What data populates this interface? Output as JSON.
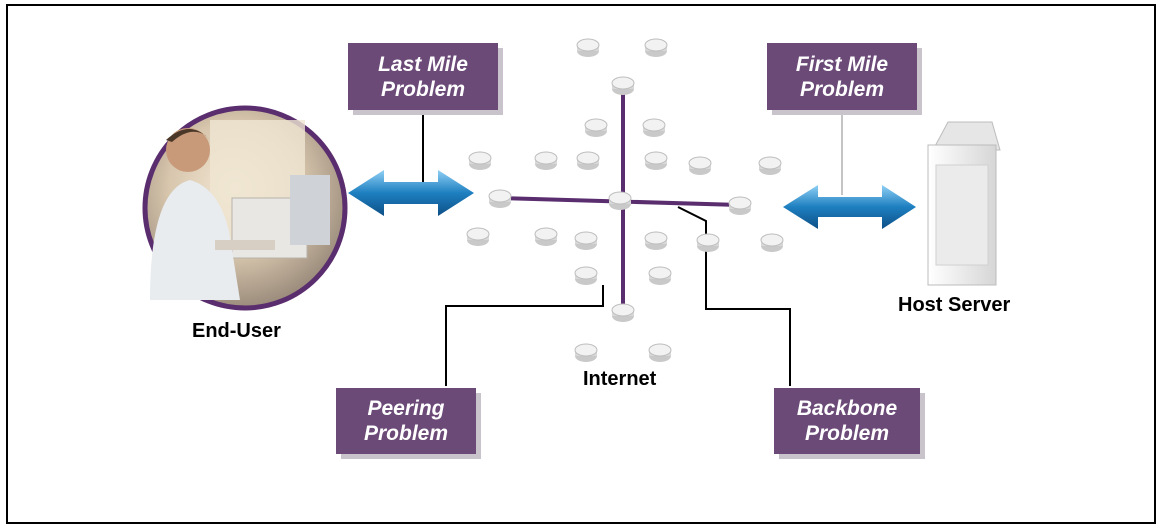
{
  "callouts": {
    "last_mile": [
      "Last Mile",
      "Problem"
    ],
    "first_mile": [
      "First Mile",
      "Problem"
    ],
    "peering": [
      "Peering",
      "Problem"
    ],
    "backbone": [
      "Backbone",
      "Problem"
    ]
  },
  "labels": {
    "end_user": "End-User",
    "internet": "Internet",
    "host_server": "Host Server"
  },
  "colors": {
    "callout_fill": "#6b4a78",
    "backbone_line": "#5a2d6e",
    "arrow": "#1e7fc0"
  }
}
